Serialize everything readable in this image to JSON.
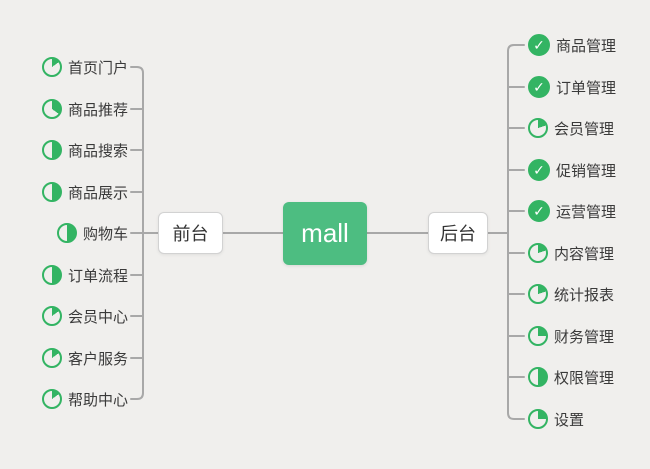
{
  "colors": {
    "icon_green": "#33b463",
    "root_green": "#4dbd81",
    "line": "#a8a8a8",
    "background": "#f0efed"
  },
  "root": {
    "label": "mall"
  },
  "left_branch": {
    "label": "前台",
    "items": [
      {
        "label": "首页门户",
        "icon": "pie-progress",
        "progress": 15
      },
      {
        "label": "商品推荐",
        "icon": "pie-progress",
        "progress": 35
      },
      {
        "label": "商品搜索",
        "icon": "pie-progress",
        "progress": 50
      },
      {
        "label": "商品展示",
        "icon": "pie-progress",
        "progress": 50
      },
      {
        "label": "购物车",
        "icon": "pie-progress",
        "progress": 50
      },
      {
        "label": "订单流程",
        "icon": "pie-progress",
        "progress": 50
      },
      {
        "label": "会员中心",
        "icon": "pie-progress",
        "progress": 15
      },
      {
        "label": "客户服务",
        "icon": "pie-progress",
        "progress": 15
      },
      {
        "label": "帮助中心",
        "icon": "pie-progress",
        "progress": 15
      }
    ]
  },
  "right_branch": {
    "label": "后台",
    "items": [
      {
        "label": "商品管理",
        "icon": "check-circle",
        "progress": 100
      },
      {
        "label": "订单管理",
        "icon": "check-circle",
        "progress": 100
      },
      {
        "label": "会员管理",
        "icon": "pie-progress",
        "progress": 20
      },
      {
        "label": "促销管理",
        "icon": "check-circle",
        "progress": 100
      },
      {
        "label": "运营管理",
        "icon": "check-circle",
        "progress": 100
      },
      {
        "label": "内容管理",
        "icon": "pie-progress",
        "progress": 20
      },
      {
        "label": "统计报表",
        "icon": "pie-progress",
        "progress": 20
      },
      {
        "label": "财务管理",
        "icon": "pie-progress",
        "progress": 25
      },
      {
        "label": "权限管理",
        "icon": "pie-progress",
        "progress": 50
      },
      {
        "label": "设置",
        "icon": "pie-progress",
        "progress": 25
      }
    ]
  }
}
